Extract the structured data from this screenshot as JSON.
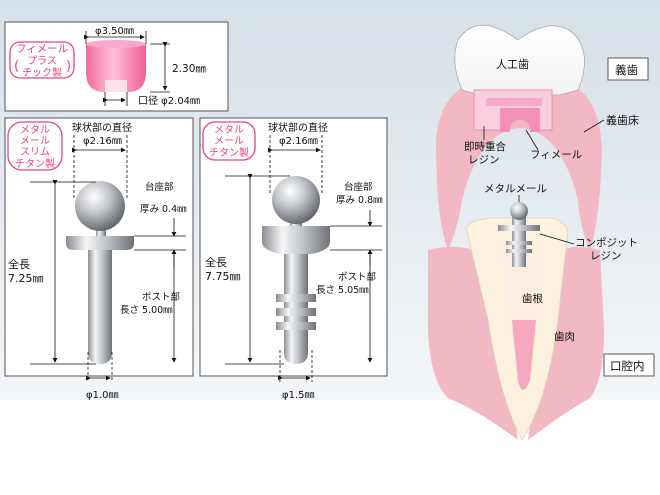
{
  "fimeru": {
    "name_l1": "フィメール",
    "name_l2": "プラス",
    "name_l3": "チック製",
    "outer_dia": "φ3.50㎜",
    "height": "2.30㎜",
    "inner_dia": "口径 φ2.04㎜"
  },
  "slim": {
    "name_l1": "メタル",
    "name_l2": "メール",
    "name_l3": "スリム",
    "name_l4": "チタン製",
    "ball_label": "球状部の直径",
    "ball_dia": "φ2.16㎜",
    "base_l1": "台座部",
    "base_l2": "厚み 0.4㎜",
    "total_l1": "全長",
    "total_l2": "7.25㎜",
    "post_l1": "ポスト部",
    "post_l2": "長さ 5.00㎜",
    "post_dia": "φ1.0㎜"
  },
  "metal": {
    "name_l1": "メタル",
    "name_l2": "メール",
    "name_l3": "チタン製",
    "ball_label": "球状部の直径",
    "ball_dia": "φ2.16㎜",
    "base_l1": "台座部",
    "base_l2": "厚み 0.8㎜",
    "total_l1": "全長",
    "total_l2": "7.75㎜",
    "post_l1": "ポスト部",
    "post_l2": "長さ 5.05㎜",
    "post_dia": "φ1.5㎜"
  },
  "cross_section": {
    "artificial_tooth": "人工歯",
    "denture": "義歯",
    "denture_base": "義歯床",
    "resin_l1": "即時重合",
    "resin_l2": "レジン",
    "female": "フィメール",
    "metal_male": "メタルメール",
    "composite_l1": "コンポジット",
    "composite_l2": "レジン",
    "root": "歯根",
    "gum": "歯肉",
    "oral": "口腔内"
  },
  "colors": {
    "accent_pink": "#e8437f",
    "gum_pink": "#f2b8c4",
    "cap_pink": "#f48fb5"
  }
}
